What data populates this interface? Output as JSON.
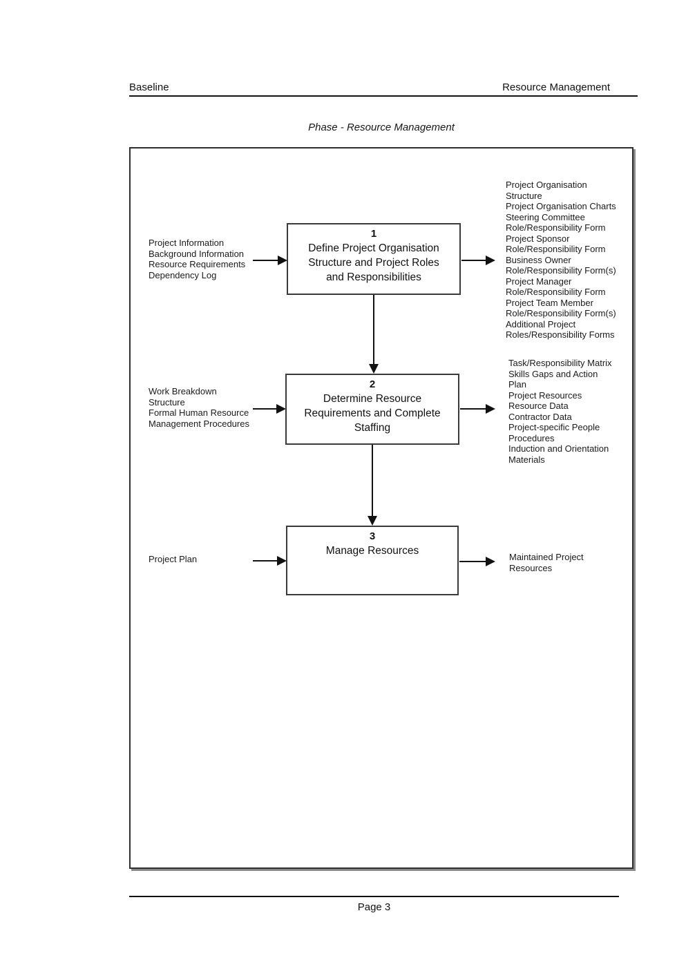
{
  "page": {
    "header": {
      "left": "Baseline",
      "right": "Resource Management"
    },
    "title": "Phase - Resource Management",
    "footer": "Page 3"
  },
  "flow": {
    "steps": [
      {
        "number": "1",
        "name": [
          "Define Project Organisation",
          "Structure and Project Roles",
          "and Responsibilities"
        ],
        "inputs": [
          "Project Information",
          "Background Information",
          "Resource Requirements",
          "Dependency Log"
        ],
        "outputs": [
          "Project Organisation",
          "Structure",
          "Project Organisation Charts",
          "Steering Committee",
          "Role/Responsibility Form",
          "Project Sponsor",
          "Role/Responsibility Form",
          "Business Owner",
          "Role/Responsibility Form(s)",
          "Project Manager",
          "Role/Responsibility Form",
          "Project Team Member",
          "Role/Responsibility Form(s)",
          "Additional Project",
          "Roles/Responsibility Forms"
        ]
      },
      {
        "number": "2",
        "name": [
          "Determine Resource",
          "Requirements and Complete",
          "Staffing"
        ],
        "inputs": [
          "Work Breakdown",
          "Structure",
          "Formal Human Resource",
          "Management Procedures"
        ],
        "outputs": [
          "Task/Responsibility Matrix",
          "Skills Gaps and Action",
          "Plan",
          "Project Resources",
          "Resource Data",
          "Contractor Data",
          "Project-specific People",
          "Procedures",
          "Induction and Orientation",
          "Materials"
        ]
      },
      {
        "number": "3",
        "name": [
          "Manage Resources"
        ],
        "inputs": [
          "Project Plan"
        ],
        "outputs": [
          "Maintained Project",
          "Resources"
        ]
      }
    ]
  },
  "colors": {
    "ink": "#111111",
    "frame_border": "#2e2e2e",
    "frame_shadow": "#8a8a8a",
    "background": "#ffffff"
  }
}
